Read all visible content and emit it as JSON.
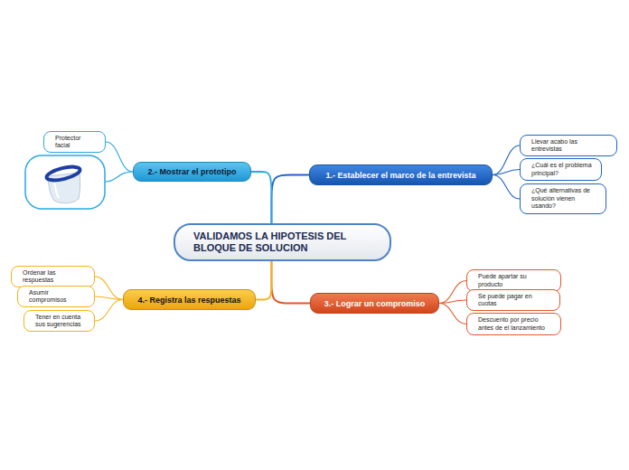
{
  "diagram": {
    "nodes": [
      {
        "text": [
          "VALIDAMOS LA HIPOTESIS DEL BLOQUE DE SOLUCION"
        ]
      },
      {
        "text": [
          "1.- Establecer el marco de la entrevista"
        ]
      },
      {
        "text": [
          "Llevar acabo las entrevistas"
        ]
      },
      {
        "text": [
          "¿Cuál es el problema principal?"
        ]
      },
      {
        "text": [
          "¿Qué alternativas de solución vienen usando?"
        ]
      },
      {
        "text": [
          "2.- Mostrar el prototipo"
        ]
      },
      {
        "text": [
          "Protector facial"
        ]
      },
      {
        "text": [
          "3.- Lograr un compromiso"
        ]
      },
      {
        "text": [
          "Puede apartar su producto"
        ]
      },
      {
        "text": [
          "Se puede pagar en cuotas"
        ]
      },
      {
        "text": [
          "Descuento por precio antes de el lanzamiento"
        ]
      },
      {
        "text": [
          "4.- Registra las respuestas"
        ]
      },
      {
        "text": [
          "Ordenar las respuestas"
        ]
      },
      {
        "text": [
          "Asumir compromisos"
        ]
      },
      {
        "text": [
          "Tener en cuenta sus sugerencias"
        ]
      }
    ],
    "edges": [
      {
        "from": 0,
        "to": 1,
        "arrow": "none"
      },
      {
        "from": 1,
        "to": 2,
        "arrow": "none"
      },
      {
        "from": 1,
        "to": 3,
        "arrow": "none"
      },
      {
        "from": 1,
        "to": 4,
        "arrow": "none"
      },
      {
        "from": 0,
        "to": 5,
        "arrow": "none"
      },
      {
        "from": 5,
        "to": 6,
        "arrow": "none"
      },
      {
        "from": 0,
        "to": 7,
        "arrow": "none"
      },
      {
        "from": 7,
        "to": 8,
        "arrow": "none"
      },
      {
        "from": 7,
        "to": 9,
        "arrow": "none"
      },
      {
        "from": 7,
        "to": 10,
        "arrow": "none"
      },
      {
        "from": 0,
        "to": 11,
        "arrow": "none"
      },
      {
        "from": 11,
        "to": 12,
        "arrow": "none"
      },
      {
        "from": 11,
        "to": 13,
        "arrow": "none"
      },
      {
        "from": 11,
        "to": 14,
        "arrow": "none"
      }
    ]
  }
}
